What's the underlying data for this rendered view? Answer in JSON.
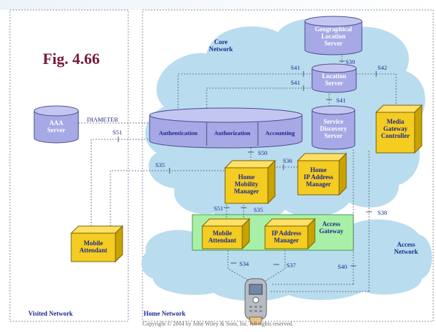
{
  "figure_label": "Fig. 4.66",
  "regions": {
    "core_network": "Core\nNetwork",
    "access_network": "Access\nNetwork",
    "visited_network": "Visited Network",
    "home_network": "Home Network"
  },
  "nodes": {
    "aaa_server": "AAA\nServer",
    "geo_location_server": "Geographical\nLocation\nServer",
    "location_server": "Location\nServer",
    "service_discovery_server": "Service\nDiscovery\nServer",
    "media_gateway_controller": "Media\nGateway\nController",
    "authentication": "Authentication",
    "authorization": "Authorization",
    "accounting": "Accounting",
    "home_mobility_manager": "Home\nMobility\nManager",
    "home_ip_address_manager": "Home\nIP Address\nManager",
    "access_gateway": "Access\nGateway",
    "mobile_attendant_home": "Mobile\nAttendant",
    "ip_address_manager": "IP Address\nManager",
    "mobile_attendant_visited": "Mobile\nAttendant"
  },
  "interfaces": {
    "diameter": "DIAMETER",
    "s34": "S34",
    "s35a": "S35",
    "s35b": "S35",
    "s36": "S36",
    "s37": "S37",
    "s38": "S38",
    "s39": "S39",
    "s40": "S40",
    "s41a": "S41",
    "s41b": "S41",
    "s41c": "S41",
    "s42": "S42",
    "s50": "S50",
    "s51a": "S51",
    "s51b": "S51"
  },
  "copyright": "Copyright © 2004 by John Wiley & Sons, Inc. All rights reserved.",
  "colors": {
    "cloud": "#b9dcef",
    "cylinder": "#a7a9e6",
    "box_front": "#f4cc22",
    "box_side": "#c9a300",
    "gateway": "#a8f0a8",
    "title": "#7a1a3a",
    "label": "#1c2a8a"
  }
}
